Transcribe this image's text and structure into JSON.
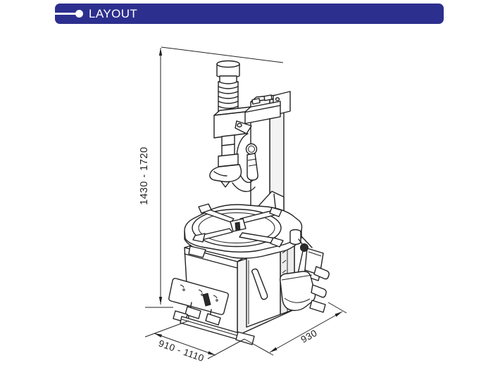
{
  "header": {
    "title": "LAYOUT",
    "bar_color": "#2d2f8e",
    "text_color": "#ffffff",
    "bullet_icon": "filled-circle-with-line"
  },
  "diagram": {
    "subject": "tire-changer-machine-isometric-line-drawing",
    "line_color": "#222222",
    "dimensions": {
      "height": {
        "label": "1430 - 1720"
      },
      "width": {
        "label": "910 - 1110"
      },
      "depth": {
        "label": "930"
      }
    }
  }
}
